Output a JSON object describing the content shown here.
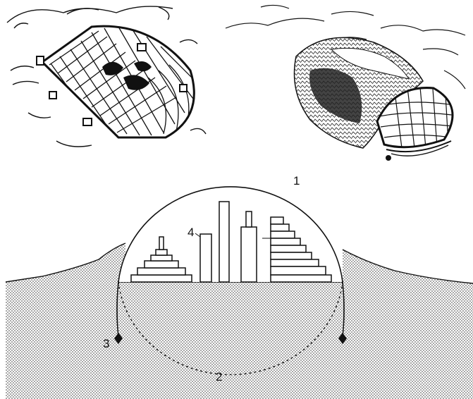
{
  "labels": {
    "dome": "1",
    "foundation": "2",
    "anchor": "3",
    "buildings": "4"
  },
  "colors": {
    "ink": "#111111",
    "paper": "#ffffff",
    "ground_dot": "#333333"
  },
  "illustrations": {
    "left": "wireframe-dome-shell-icon",
    "right": "covered-dome-landscape-icon"
  }
}
